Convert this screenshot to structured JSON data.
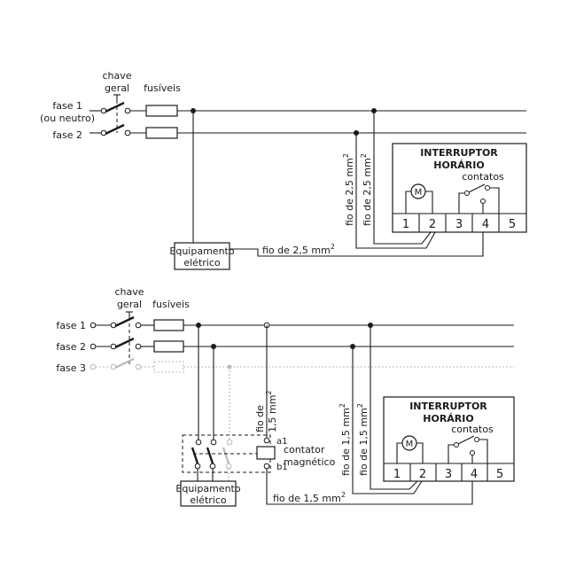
{
  "diagram1": {
    "switch_label_1": "chave",
    "switch_label_2": "geral",
    "fuses_label": "fusíveis",
    "phase1_line1": "fase 1",
    "phase1_line2": "(ou neutro)",
    "phase2": "fase 2",
    "wire_vert_a": "fio de 2,5 mm",
    "wire_vert_b": "fio de 2,5 mm",
    "wire_bottom": "fio de 2,5 mm",
    "superscript": "2",
    "timer_title_1": "INTERRUPTOR",
    "timer_title_2": "HORÁRIO",
    "contacts": "contatos",
    "motor": "M",
    "terminals": [
      "1",
      "2",
      "3",
      "4",
      "5"
    ],
    "equip_1": "Equipamento",
    "equip_2": "elétrico"
  },
  "diagram2": {
    "switch_label_1": "chave",
    "switch_label_2": "geral",
    "fuses_label": "fusíveis",
    "phase1": "fase 1",
    "phase2": "fase 2",
    "phase3": "fase 3",
    "wire_vert_c_1": "fio de",
    "wire_vert_c_2": "1,5 mm",
    "wire_vert_a": "fio de 1,5 mm",
    "wire_vert_b": "fio de 1,5 mm",
    "wire_bottom": "fio de 1,5 mm",
    "superscript": "2",
    "contactor_1": "contator",
    "contactor_2": "magnético",
    "coil_a1": "a1",
    "coil_b1": "b1",
    "timer_title_1": "INTERRUPTOR",
    "timer_title_2": "HORÁRIO",
    "contacts": "contatos",
    "motor": "M",
    "terminals": [
      "1",
      "2",
      "3",
      "4",
      "5"
    ],
    "equip_1": "Equipamento",
    "equip_2": "elétrico"
  }
}
